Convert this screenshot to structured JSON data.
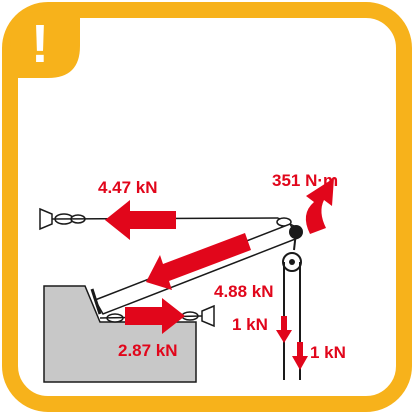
{
  "warning_badge": {
    "symbol": "!",
    "color": "#f7b21b"
  },
  "colors": {
    "force_red": "#e1061b",
    "frame_yellow": "#f7b21b",
    "wall_gray": "#c8c8c8"
  },
  "forces": {
    "top_line": "4.47 kN",
    "moment": "351 N·m",
    "boom": "4.88 kN",
    "bottom_line": "2.87 kN",
    "rope_left": "1 kN",
    "rope_right": "1 kN"
  }
}
